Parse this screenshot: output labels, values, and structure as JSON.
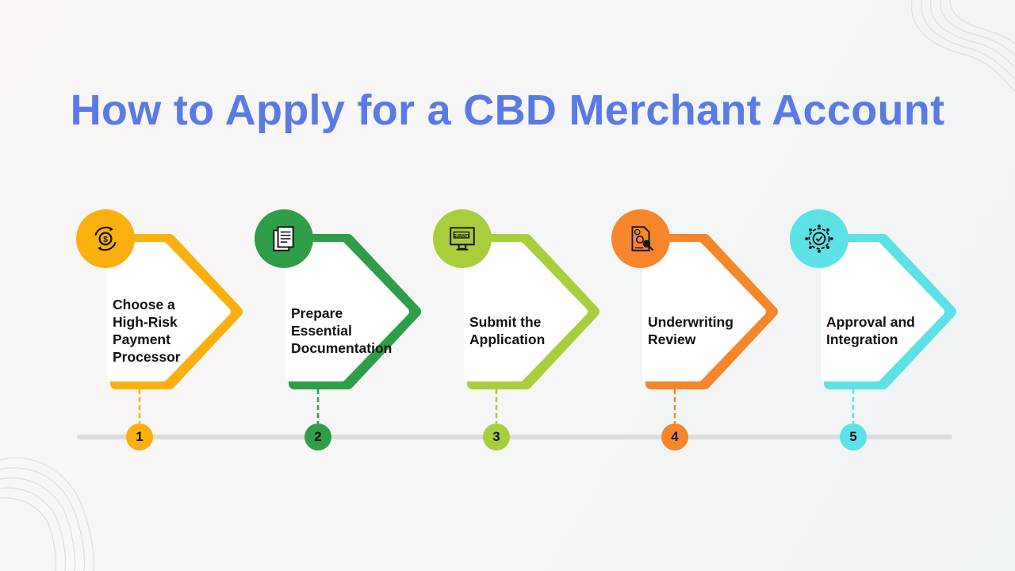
{
  "title": "How to Apply for a CBD Merchant Account",
  "steps": [
    {
      "number": "1",
      "label": "Choose a\nHigh-Risk\nPayment\nProcessor",
      "icon": "dollar-exchange-icon",
      "color": "#fbb010"
    },
    {
      "number": "2",
      "label": "Prepare\nEssential\nDocumentation",
      "icon": "documents-icon",
      "color": "#2e9e48"
    },
    {
      "number": "3",
      "label": "Submit the\nApplication",
      "icon": "submit-monitor-icon",
      "color": "#a8ce3b"
    },
    {
      "number": "4",
      "label": "Underwriting\nReview",
      "icon": "certificate-search-icon",
      "color": "#f7852a"
    },
    {
      "number": "5",
      "label": "Approval and\nIntegration",
      "icon": "approval-gear-icon",
      "color": "#5ce1e6"
    }
  ]
}
